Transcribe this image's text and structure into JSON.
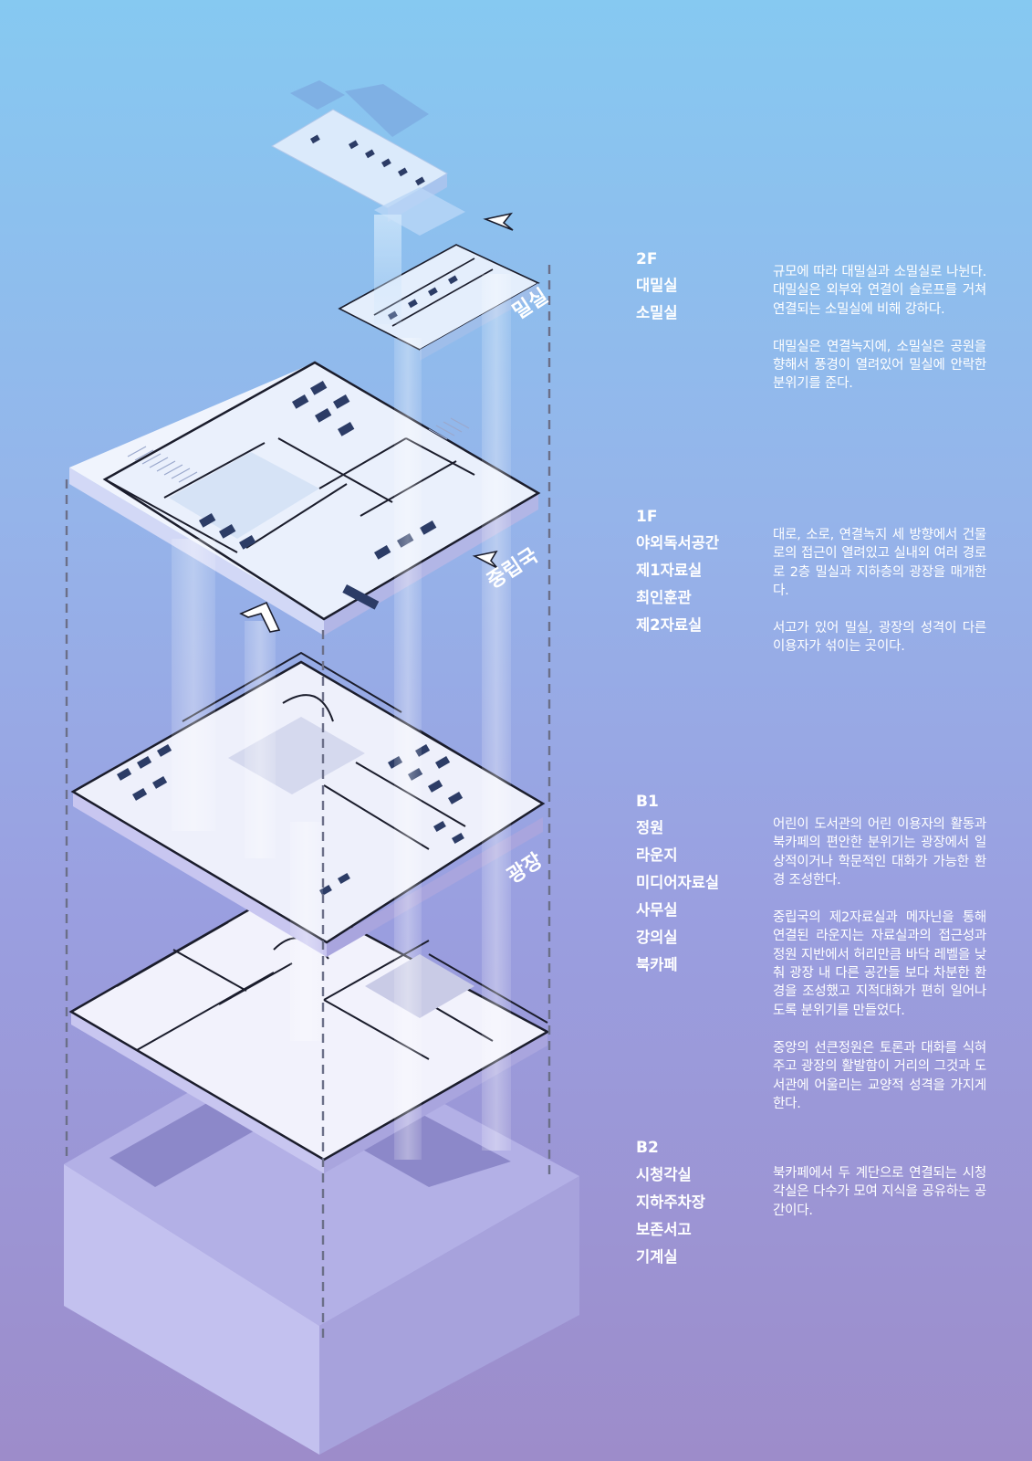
{
  "zones": {
    "milsil": "밀실",
    "jungnipguk": "중립국",
    "gwangjang": "광장"
  },
  "colors": {
    "bg_top": "#86c9f1",
    "bg_bottom": "#9d8cca",
    "floor_top": "#eef0fb",
    "floor_side": "#c4c2ee",
    "outline": "#1b1d2c",
    "furniture": "#2c3c66"
  },
  "icons": [
    "chevron-arrow-icon"
  ],
  "floors": [
    {
      "title": "2F",
      "rooms": [
        "대밀실",
        "소밀실"
      ],
      "paragraphs": [
        "규모에 따라 대밀실과 소밀실로 나뉜다. 대밀실은 외부와 연결이 슬로프를 거쳐 연결되는 소밀실에 비해 강하다.",
        "대밀실은 연결녹지에, 소밀실은 공원을 향해서 풍경이 열려있어 밀실에 안락한 분위기를 준다."
      ]
    },
    {
      "title": "1F",
      "rooms": [
        "야외독서공간",
        "제1자료실",
        "최인훈관",
        "제2자료실"
      ],
      "paragraphs": [
        "대로, 소로, 연결녹지 세 방향에서 건물로의 접근이 열려있고 실내외 여러 경로로 2층 밀실과 지하층의 광장을 매개한다.",
        "서고가 있어 밀실, 광장의 성격이 다른 이용자가 섞이는 곳이다."
      ]
    },
    {
      "title": "B1",
      "rooms": [
        "정원",
        "라운지",
        "미디어자료실",
        "사무실",
        "강의실",
        "북카페"
      ],
      "paragraphs": [
        "어린이 도서관의 어린 이용자의 활동과 북카페의 편안한 분위기는 광장에서 일상적이거나 학문적인 대화가 가능한 환경 조성한다.",
        "중립국의 제2자료실과 메자닌을 통해 연결된 라운지는 자료실과의 접근성과 정원 지반에서 허리만큼 바닥 레벨을 낮춰 광장 내 다른 공간들 보다 차분한 환경을 조성했고 지적대화가 편히 일어나도록 분위기를 만들었다.",
        "중앙의 선큰정원은 토론과 대화를 식혀주고 광장의 활발함이 거리의 그것과 도서관에 어울리는 교양적 성격을 가지게 한다."
      ]
    },
    {
      "title": "B2",
      "rooms": [
        "시청각실",
        "지하주차장",
        "보존서고",
        "기계실"
      ],
      "paragraphs": [
        "북카페에서 두 계단으로 연결되는 시청각실은 다수가 모여 지식을 공유하는 공간이다."
      ]
    }
  ]
}
